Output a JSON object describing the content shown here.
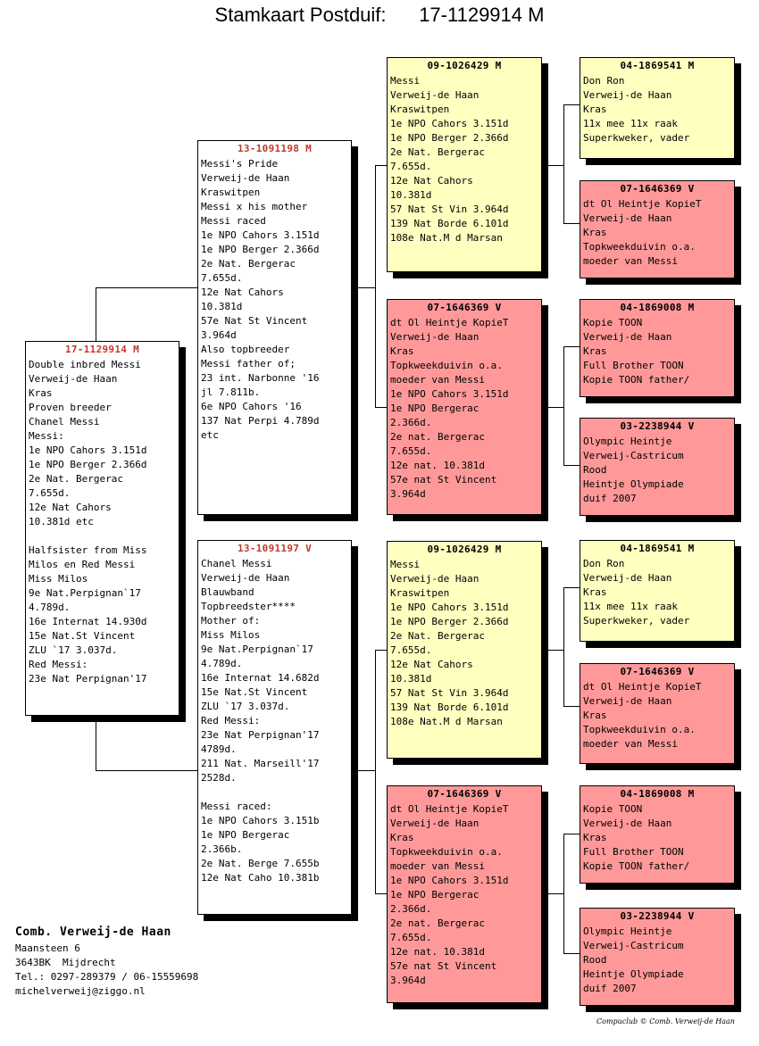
{
  "title": "Stamkaart Postduif:      17-1129914 M",
  "pigeons": {
    "subject": {
      "ring": "17-1129914 M",
      "lines": [
        "Double inbred Messi",
        "Verweij-de Haan",
        "Kras",
        "Proven breeder",
        "Chanel Messi",
        "Messi:",
        "1e NPO Cahors 3.151d",
        "1e NPO Berger 2.366d",
        "2e Nat. Bergerac",
        "7.655d.",
        "12e Nat Cahors",
        "10.381d etc",
        "",
        "Halfsister from Miss",
        "Milos en Red Messi",
        "Miss Milos",
        "9e Nat.Perpignan`17",
        "4.789d.",
        "16e Internat 14.930d",
        "15e Nat.St Vincent",
        "ZLU `17 3.037d.",
        "Red Messi:",
        "23e Nat Perpignan'17"
      ]
    },
    "father": {
      "ring": "13-1091198 M",
      "lines": [
        "Messi's Pride",
        "Verweij-de Haan",
        "Kraswitpen",
        "Messi x his mother",
        "Messi raced",
        "1e NPO Cahors 3.151d",
        "1e NPO Berger 2.366d",
        "2e Nat. Bergerac",
        "7.655d.",
        "12e Nat Cahors",
        "10.381d",
        "57e Nat St Vincent",
        "3.964d",
        "Also topbreeder",
        "Messi father of;",
        "23 int. Narbonne '16",
        "jl 7.811b.",
        "6e NPO Cahors '16",
        "137 Nat Perpi 4.789d",
        "etc"
      ]
    },
    "mother": {
      "ring": "13-1091197 V",
      "lines": [
        "Chanel Messi",
        "Verweij-de Haan",
        "Blauwband",
        "Topbreedster****",
        "Mother of:",
        "Miss Milos",
        "9e Nat.Perpignan`17",
        "4.789d.",
        "16e Internat 14.682d",
        "15e Nat.St Vincent",
        "ZLU `17 3.037d.",
        "Red Messi:",
        "23e Nat Perpignan'17",
        "4789d.",
        "211 Nat. Marseill'17",
        "2528d.",
        "",
        "Messi raced:",
        "1e NPO Cahors 3.151b",
        "1e NPO Bergerac",
        "2.366b.",
        "2e Nat. Berge 7.655b",
        "12e Nat Caho 10.381b"
      ]
    },
    "ff": {
      "ring": "09-1026429 M",
      "lines": [
        "Messi",
        "Verweij-de Haan",
        "Kraswitpen",
        "1e NPO Cahors 3.151d",
        "1e NPO Berger 2.366d",
        "2e Nat. Bergerac",
        "7.655d.",
        "12e Nat Cahors",
        "10.381d",
        "57 Nat St Vin 3.964d",
        "139 Nat Borde 6.101d",
        "108e Nat.M d Marsan"
      ]
    },
    "fm": {
      "ring": "07-1646369 V",
      "lines": [
        "dt Ol Heintje KopieT",
        "Verweij-de Haan",
        "Kras",
        "Topkweekduivin o.a.",
        "moeder van Messi",
        "1e NPO Cahors 3.151d",
        "1e NPO Bergerac",
        "2.366d.",
        "2e nat. Bergerac",
        "7.655d.",
        "12e nat. 10.381d",
        "57e nat St Vincent",
        "3.964d"
      ]
    },
    "mf": {
      "ring": "09-1026429 M",
      "lines": [
        "Messi",
        "Verweij-de Haan",
        "Kraswitpen",
        "1e NPO Cahors 3.151d",
        "1e NPO Berger 2.366d",
        "2e Nat. Bergerac",
        "7.655d.",
        "12e Nat Cahors",
        "10.381d",
        "57 Nat St Vin 3.964d",
        "139 Nat Borde 6.101d",
        "108e Nat.M d Marsan"
      ]
    },
    "mm": {
      "ring": "07-1646369 V",
      "lines": [
        "dt Ol Heintje KopieT",
        "Verweij-de Haan",
        "Kras",
        "Topkweekduivin o.a.",
        "moeder van Messi",
        "1e NPO Cahors 3.151d",
        "1e NPO Bergerac",
        "2.366d.",
        "2e nat. Bergerac",
        "7.655d.",
        "12e nat. 10.381d",
        "57e nat St Vincent",
        "3.964d"
      ]
    },
    "fff": {
      "ring": "04-1869541 M",
      "lines": [
        "Don Ron",
        "Verweij-de Haan",
        "Kras",
        "11x mee 11x raak",
        "Superkweker, vader"
      ]
    },
    "ffm": {
      "ring": "07-1646369 V",
      "lines": [
        "dt Ol Heintje KopieT",
        "Verweij-de Haan",
        "Kras",
        "Topkweekduivin o.a.",
        "moeder van Messi"
      ]
    },
    "fmf": {
      "ring": "04-1869008 M",
      "lines": [
        "Kopie TOON",
        "Verweij-de Haan",
        "Kras",
        "Full Brother TOON",
        "Kopie TOON father/"
      ]
    },
    "fmm": {
      "ring": "03-2238944 V",
      "lines": [
        "Olympic Heintje",
        "Verweij-Castricum",
        "Rood",
        "Heintje Olympiade",
        "duif 2007"
      ]
    },
    "mff": {
      "ring": "04-1869541 M",
      "lines": [
        "Don Ron",
        "Verweij-de Haan",
        "Kras",
        "11x mee 11x raak",
        "Superkweker, vader"
      ]
    },
    "mfm": {
      "ring": "07-1646369 V",
      "lines": [
        "dt Ol Heintje KopieT",
        "Verweij-de Haan",
        "Kras",
        "Topkweekduivin o.a.",
        "moeder van Messi"
      ]
    },
    "mmf": {
      "ring": "04-1869008 M",
      "lines": [
        "Kopie TOON",
        "Verweij-de Haan",
        "Kras",
        "Full Brother TOON",
        "Kopie TOON father/"
      ]
    },
    "mmm": {
      "ring": "03-2238944 V",
      "lines": [
        "Olympic Heintje",
        "Verweij-Castricum",
        "Rood",
        "Heintje Olympiade",
        "duif 2007"
      ]
    }
  },
  "owner": {
    "name": "Comb. Verweij-de Haan",
    "lines": [
      "Maansteen 6",
      "3643BK  Mijdrecht",
      "Tel.: 0297-289379 / 06-15559698",
      "michelverweij@ziggo.nl"
    ]
  },
  "footer": "Compuclub © Comb. Verweij-de Haan"
}
